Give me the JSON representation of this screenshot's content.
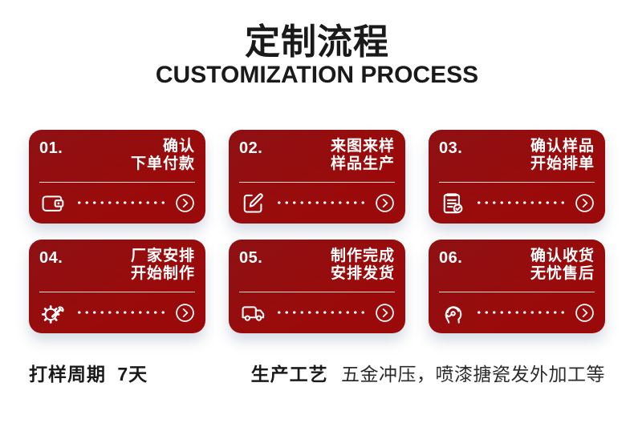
{
  "header": {
    "title": "定制流程",
    "subtitle": "CUSTOMIZATION PROCESS"
  },
  "steps": [
    {
      "number": "01.",
      "line1": "确认",
      "line2": "下单付款",
      "icon": "wallet-icon"
    },
    {
      "number": "02.",
      "line1": "来图来样",
      "line2": "样品生产",
      "icon": "edit-sample-icon"
    },
    {
      "number": "03.",
      "line1": "确认样品",
      "line2": "开始排单",
      "icon": "order-check-icon"
    },
    {
      "number": "04.",
      "line1": "厂家安排",
      "line2": "开始制作",
      "icon": "gear-wrench-icon"
    },
    {
      "number": "05.",
      "line1": "制作完成",
      "line2": "安排发货",
      "icon": "truck-icon"
    },
    {
      "number": "06.",
      "line1": "确认收货",
      "line2": "无忧售后",
      "icon": "customer-service-icon"
    }
  ],
  "footer": {
    "sample_cycle_label": "打样周期",
    "sample_cycle_value": "7天",
    "craft_label": "生产工艺",
    "craft_value": "五金冲压，喷漆搪瓷发外加工等"
  },
  "colors": {
    "card_red": "#9b0a0a",
    "card_red_dark": "#8e1114",
    "text_dark": "#1a1a1a",
    "card_text": "#ffffff",
    "card_shadow": "rgba(95,115,150,0.25)"
  }
}
